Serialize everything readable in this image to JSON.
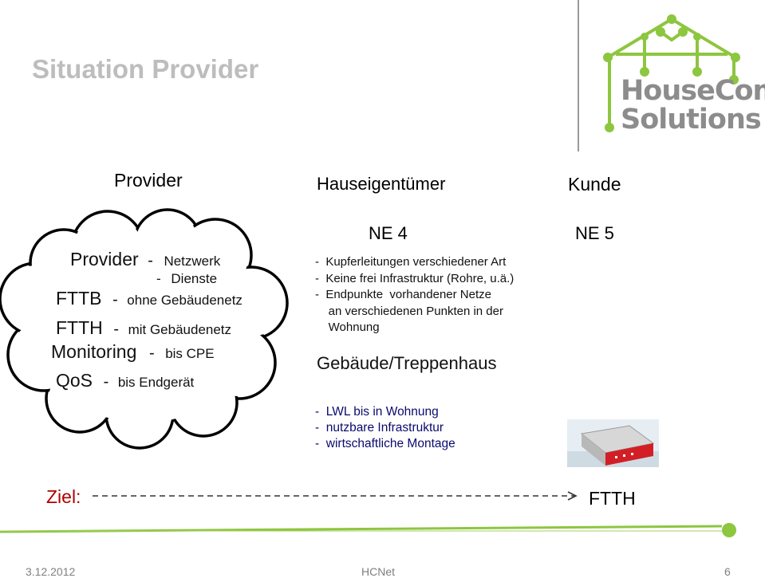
{
  "slide": {
    "title": "Situation Provider",
    "logo": {
      "line1": "HouseCom",
      "line2": "Solutions"
    },
    "columns": {
      "provider": "Provider",
      "owner": "Hauseigentümer",
      "customer": "Kunde"
    },
    "cloud": {
      "rows": [
        {
          "term": "Provider",
          "sep": "-",
          "desc": "Netzwerk"
        },
        {
          "term": "",
          "sep": "-",
          "desc": "Dienste"
        },
        {
          "term": "FTTB",
          "sep": "-",
          "desc": "ohne Gebäudenetz"
        },
        {
          "term": "FTTH",
          "sep": "-",
          "desc": "mit Gebäudenetz"
        },
        {
          "term": "Monitoring",
          "sep": "-",
          "desc": "bis CPE"
        },
        {
          "term": "QoS",
          "sep": "-",
          "desc": "bis Endgerät"
        }
      ]
    },
    "ne4": {
      "label": "NE 4",
      "items": [
        "-  Kupferleitungen verschiedener Art",
        "-  Keine frei Infrastruktur (Rohre, u.ä.)",
        "-  Endpunkte  vorhandener Netze",
        "    an verschiedenen Punkten in der",
        "    Wohnung"
      ]
    },
    "ne5": {
      "label": "NE 5"
    },
    "building": {
      "label": "Gebäude/Treppenhaus",
      "items": [
        "-  LWL bis in Wohnung",
        "-  nutzbare Infrastruktur",
        "-  wirtschaftliche Montage"
      ]
    },
    "goal": {
      "label": "Ziel:",
      "target": "FTTH"
    },
    "footer": {
      "date": "3.12.2012",
      "center": "HCNet",
      "page": "6"
    },
    "colors": {
      "accent_green": "#8dc63f",
      "logo_gray": "#8c8c8c",
      "title_gray": "#bdbdbd",
      "goal_red": "#b00000",
      "list_navy": "#0a0a6e"
    }
  }
}
